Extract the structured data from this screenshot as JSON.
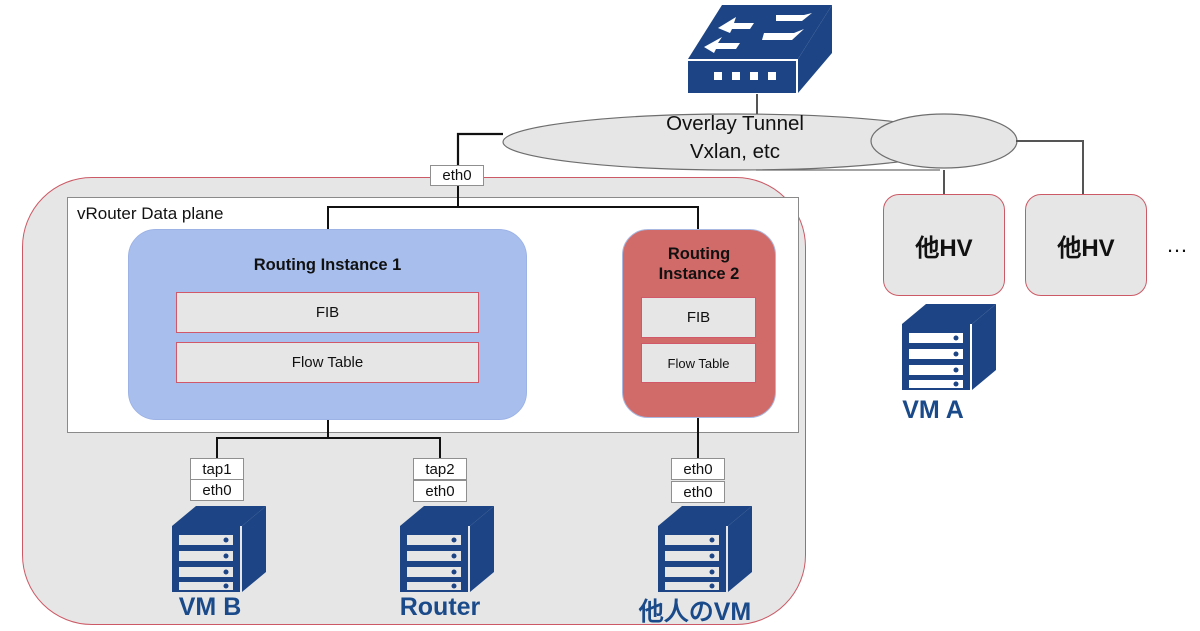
{
  "switch": {
    "icon": "network-switch-icon"
  },
  "tunnel": {
    "line1": "Overlay Tunnel",
    "line2": "Vxlan, etc"
  },
  "hypervisor": {
    "uplink_port": "eth0",
    "dataplane_title": "vRouter Data plane",
    "routing_instances": [
      {
        "title": "Routing Instance 1",
        "tables": [
          "FIB",
          "Flow Table"
        ],
        "color": "#a8bfee"
      },
      {
        "title_line1": "Routing",
        "title_line2": "Instance 2",
        "tables": [
          "FIB",
          "Flow Table"
        ],
        "color": "#d16b69"
      }
    ],
    "vms": [
      {
        "label": "VM B",
        "ports": [
          "tap1",
          "eth0"
        ]
      },
      {
        "label": "Router",
        "ports": [
          "tap2",
          "eth0"
        ]
      },
      {
        "label": "他人のVM",
        "ports": [
          "eth0",
          "eth0"
        ]
      }
    ]
  },
  "other_hvs": [
    {
      "label": "他HV"
    },
    {
      "label": "他HV"
    }
  ],
  "more": "…",
  "remote_vm": {
    "label": "VM A"
  },
  "colors": {
    "icon_blue": "#1d4585",
    "label_blue": "#1a4a8a",
    "border_red": "#cc5a66"
  }
}
